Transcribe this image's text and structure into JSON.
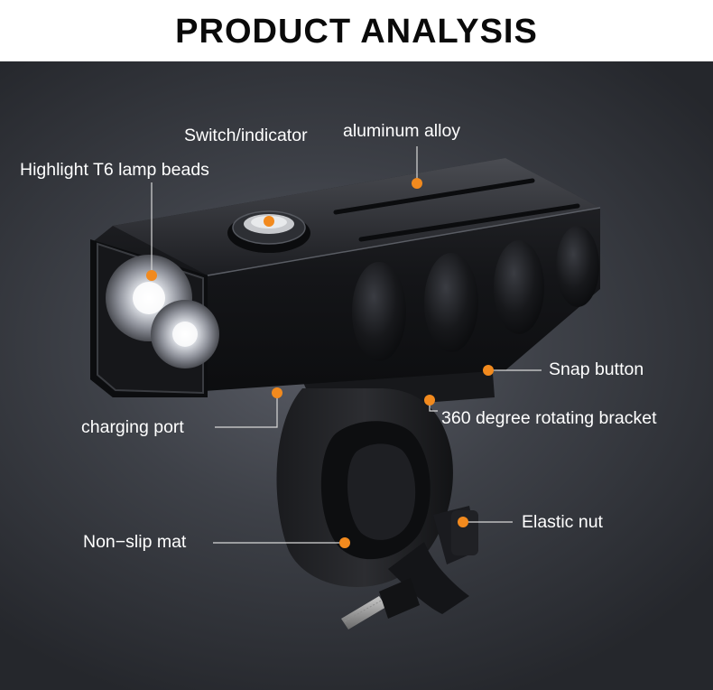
{
  "header": {
    "title": "PRODUCT ANALYSIS"
  },
  "callouts": {
    "lamp_beads": "Highlight T6 lamp beads",
    "switch": "Switch/indicator",
    "aluminum": "aluminum alloy",
    "snap_button": "Snap button",
    "charging_port": "charging port",
    "rotating_bracket": "360 degree rotating bracket",
    "elastic_nut": "Elastic nut",
    "non_slip_mat": "Non−slip mat"
  },
  "colors": {
    "callout_dot": "#f28a1e",
    "leader_line": "#d8d8d8",
    "background_dark": "#2a2c31"
  }
}
